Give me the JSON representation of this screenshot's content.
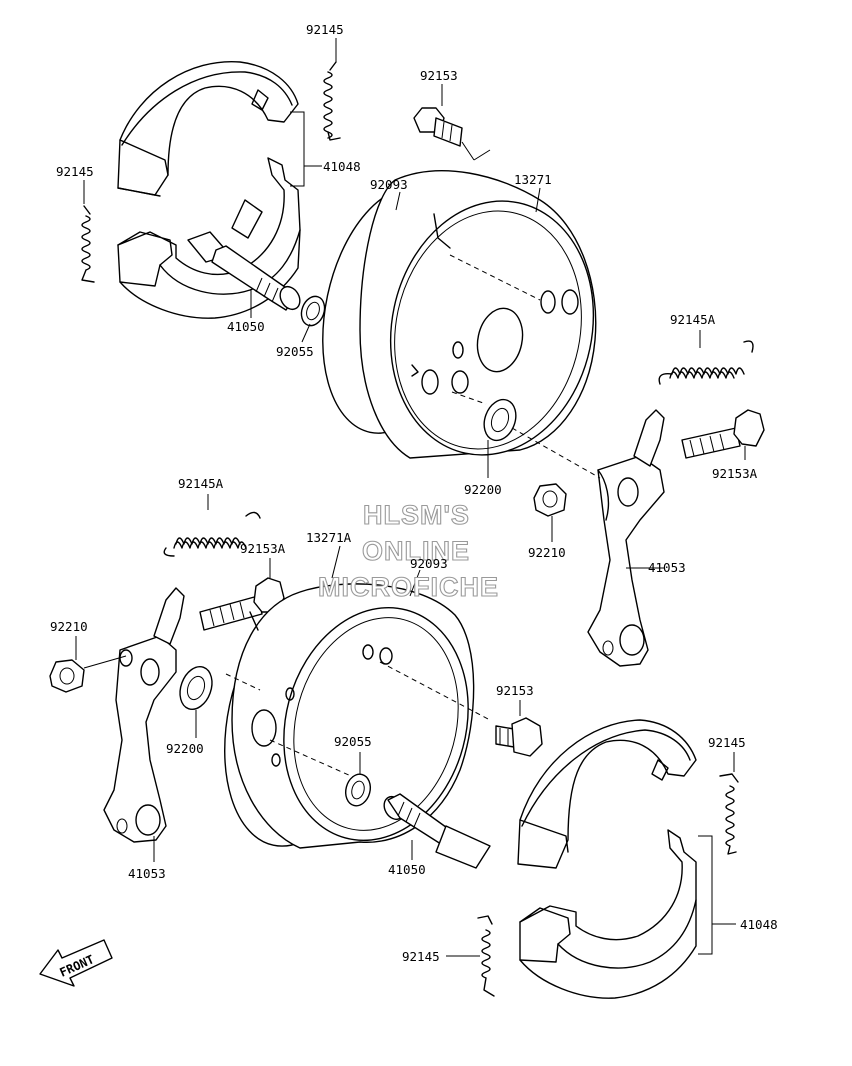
{
  "labels": {
    "l92145_tl": "92145",
    "l92153_top": "92153",
    "l41048_top": "41048",
    "l92145_left": "92145",
    "l92093_top": "92093",
    "l13271": "13271",
    "l41050_top": "41050",
    "l92055_top": "92055",
    "l92145A_right": "92145A",
    "l92153A_right": "92153A",
    "l92200_right": "92200",
    "l92210_right": "92210",
    "l41053_right": "41053",
    "l92145A_left": "92145A",
    "l13271A": "13271A",
    "l92153A_left": "92153A",
    "l92093_bottom": "92093",
    "l92210_left": "92210",
    "l92153_bottom": "92153",
    "l92200_left": "92200",
    "l92055_bottom": "92055",
    "l92145_br": "92145",
    "l41053_left": "41053",
    "l41050_bottom": "41050",
    "l41048_bottom": "41048",
    "l92145_bottom": "92145"
  },
  "watermark": {
    "line1": "HLSM'S",
    "line2": "ONLINE",
    "line3": "MICROFICHE"
  },
  "front_marker": "FRONT",
  "colors": {
    "ink": "#000000",
    "watermark_outline": "#9a9a9a",
    "background": "#ffffff"
  }
}
